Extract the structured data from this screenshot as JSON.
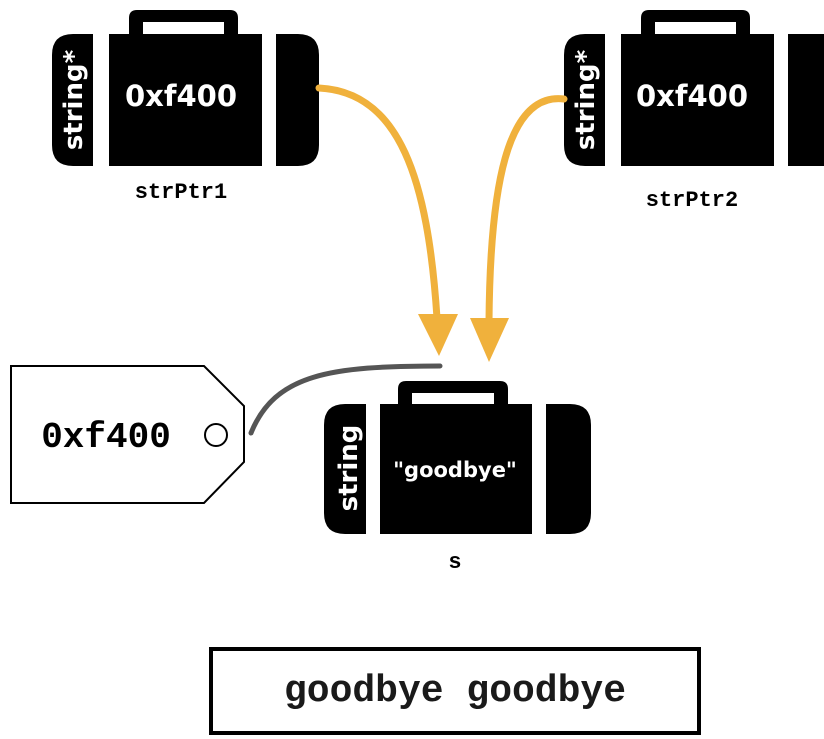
{
  "colors": {
    "suitcase": "#000000",
    "pointer_arrow": "#f0b13c",
    "tag_string": "#555555",
    "tag_border": "#000000"
  },
  "pointers": [
    {
      "variable_name": "strPtr1",
      "type_label": "string*",
      "value": "0xf400"
    },
    {
      "variable_name": "strPtr2",
      "type_label": "string*",
      "value": "0xf400"
    }
  ],
  "target": {
    "variable_name": "s",
    "type_label": "string",
    "value": "\"goodbye\""
  },
  "address_tag": {
    "address": "0xf400"
  },
  "output": {
    "text": "goodbye goodbye"
  }
}
